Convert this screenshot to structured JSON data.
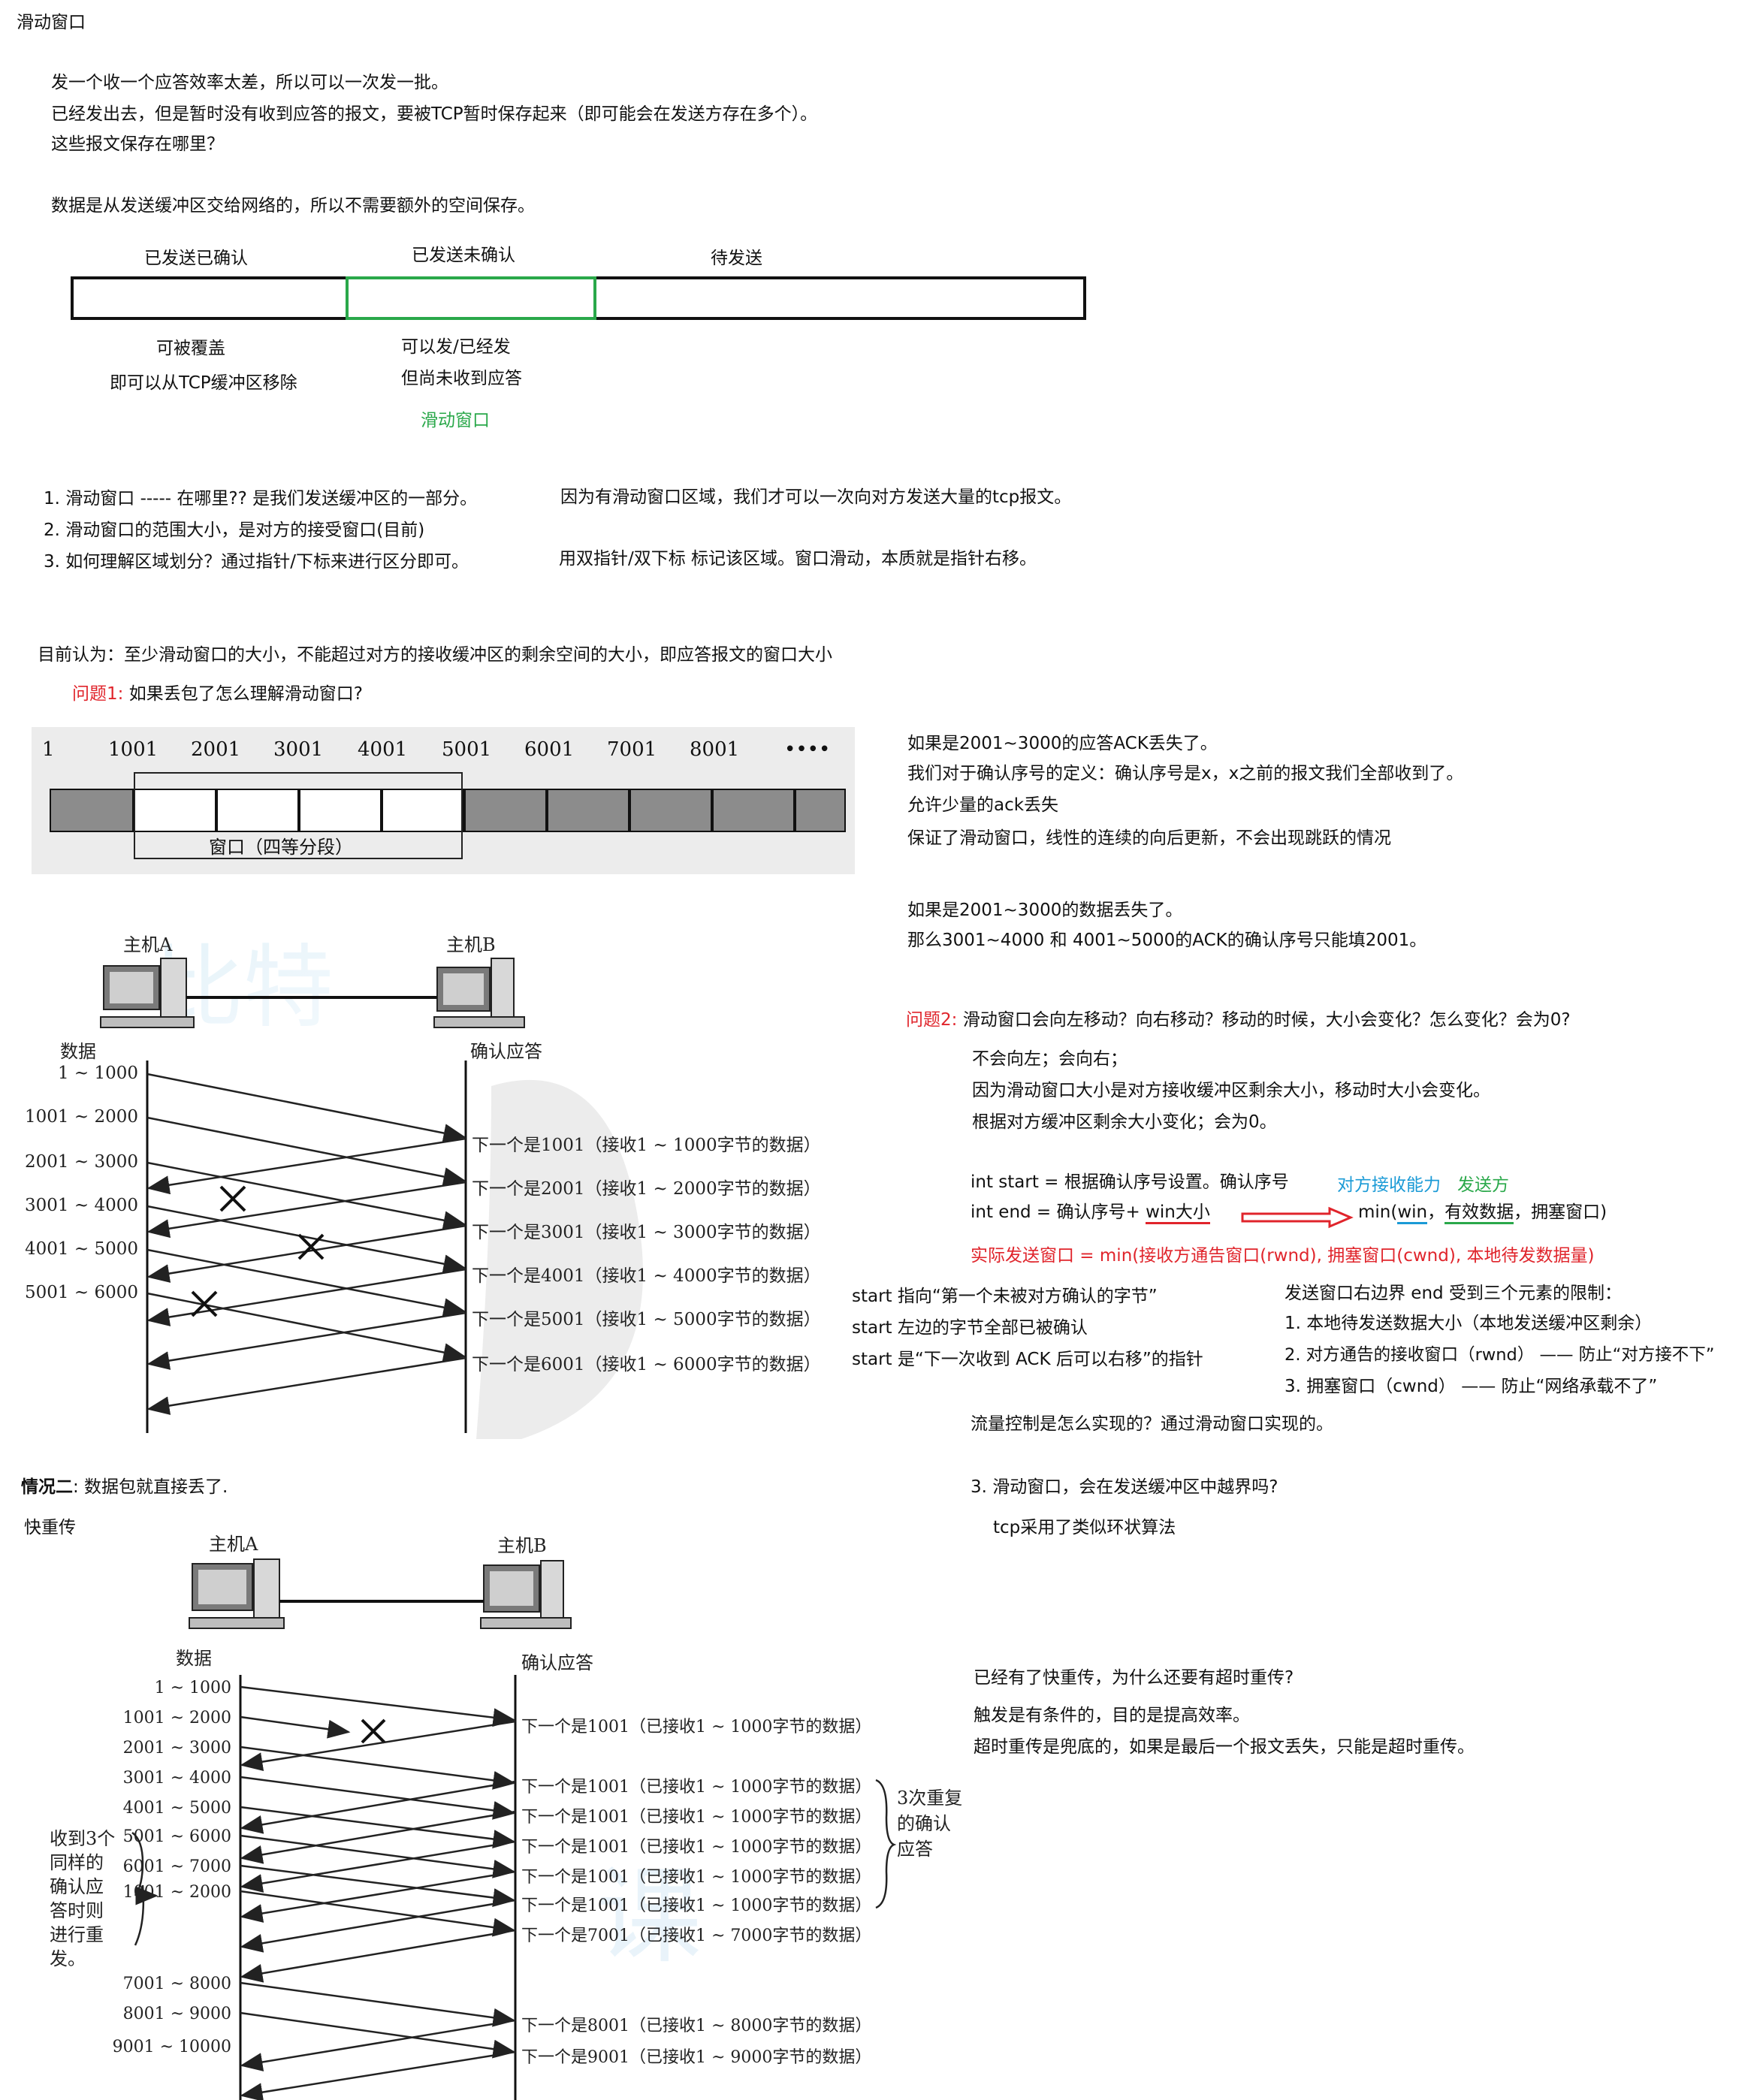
{
  "title": "滑动窗口",
  "intro": {
    "l1": "发一个收一个应答效率太差，所以可以一次发一批。",
    "l2": "已经发出去，但是暂时没有收到应答的报文，要被TCP暂时保存起来（即可能会在发送方存在多个）。",
    "l3": "这些报文保存在哪里？",
    "l4": "数据是从发送缓冲区交给网络的，所以不需要额外的空间保存。"
  },
  "buffer_diagram": {
    "label_sent_acked": "已发送已确认",
    "label_sent_unacked": "已发送未确认",
    "label_pending": "待发送",
    "note1a": "可被覆盖",
    "note1b": "即可以从TCP缓冲区移除",
    "note2a": "可以发/已经发",
    "note2b": "但尚未收到应答",
    "note3": "滑动窗口"
  },
  "points": {
    "p1": "1. 滑动窗口 ----- 在哪里?? 是我们发送缓冲区的一部分。",
    "p1b": "因为有滑动窗口区域，我们才可以一次向对方发送大量的tcp报文。",
    "p2": "2. 滑动窗口的范围大小，是对方的接受窗口(目前)",
    "p3": "3. 如何理解区域划分？通过指针/下标来进行区分即可。",
    "p3b": "用双指针/双下标 标记该区域。窗口滑动，本质就是指针右移。"
  },
  "current": "目前认为：至少滑动窗口的大小，不能超过对方的接收缓冲区的剩余空间的大小，即应答报文的窗口大小",
  "q1": {
    "label": "问题1:",
    "text": "如果丢包了怎么理解滑动窗口?"
  },
  "window_figure": {
    "ticks": [
      "1",
      "1001",
      "2001",
      "3001",
      "4001",
      "5001",
      "6001",
      "7001",
      "8001",
      "••••"
    ],
    "caption": "窗口（四等分段）"
  },
  "right1": {
    "l1": "如果是2001~3000的应答ACK丢失了。",
    "l2": "我们对于确认序号的定义：确认序号是x，x之前的报文我们全部收到了。",
    "l3": "允许少量的ack丢失",
    "l4": "保证了滑动窗口，线性的连续的向后更新，不会出现跳跃的情况",
    "l5": "如果是2001~3000的数据丢失了。",
    "l6": "那么3001~4000 和 4001~5000的ACK的确认序号只能填2001。"
  },
  "q2": {
    "label": "问题2:",
    "text": "滑动窗口会向左移动？向右移动？移动的时候，大小会变化？怎么变化？会为0?",
    "a1": "不会向左；会向右；",
    "a2": "因为滑动窗口大小是对方接收缓冲区剩余大小，移动时大小会变化。",
    "a3": "根据对方缓冲区剩余大小变化；会为0。"
  },
  "code": {
    "start": "int start = 根据确认序号设置。确认序号",
    "end_prefix": "int end = 确认序号+ ",
    "win": "win大小",
    "min_prefix": "min(",
    "min_win": "win",
    "min_sep": "，",
    "min_data": "有效数据",
    "min_suffix": "，拥塞窗口)",
    "label_recv": "对方接收能力",
    "label_sender": "发送方",
    "actual": "实际发送窗口 = min(接收方通告窗口(rwnd), 拥塞窗口(cwnd), 本地待发数据量)"
  },
  "start_notes": {
    "s1": "start 指向“第一个未被对方确认的字节”",
    "s2": "start 左边的字节全部已被确认",
    "s3": "start 是“下一次收到 ACK 后可以右移”的指针"
  },
  "limits": {
    "title": "发送窗口右边界 end 受到三个元素的限制：",
    "l1": "1. 本地待发送数据大小（本地发送缓冲区剩余）",
    "l2": "2. 对方通告的接收窗口（rwnd） —— 防止“对方接不下”",
    "l3": "3. 拥塞窗口（cwnd） —— 防止“网络承载不了”"
  },
  "flow": "流量控制是怎么实现的？通过滑动窗口实现的。",
  "q3": {
    "text": "3. 滑动窗口，会在发送缓冲区中越界吗?",
    "answer": "tcp采用了类似环状算法"
  },
  "case2": {
    "label": "情况二",
    "text": ": 数据包就直接丢了."
  },
  "fast": "快重传",
  "timeout": {
    "q": "已经有了快重传，为什么还要有超时重传?",
    "a1": "触发是有条件的，目的是提高效率。",
    "a2": "超时重传是兜底的，如果是最后一个报文丢失，只能是超时重传。"
  },
  "fig1": {
    "hostA": "主机A",
    "hostB": "主机B",
    "data": "数据",
    "ack": "确认应答",
    "data_labels": [
      "1 ~ 1000",
      "1001 ~ 2000",
      "2001 ~ 3000",
      "3001 ~ 4000",
      "4001 ~ 5000",
      "5001 ~ 6000"
    ],
    "ack_labels": [
      "下一个是1001（接收1 ~ 1000字节的数据）",
      "下一个是2001（接收1 ~ 2000字节的数据）",
      "下一个是3001（接收1 ~ 3000字节的数据）",
      "下一个是4001（接收1 ~ 4000字节的数据）",
      "下一个是5001（接收1 ~ 5000字节的数据）",
      "下一个是6001（接收1 ~ 6000字节的数据）"
    ]
  },
  "fig2": {
    "hostA": "主机A",
    "hostB": "主机B",
    "data": "数据",
    "ack": "确认应答",
    "data_labels": [
      "1 ~ 1000",
      "1001 ~ 2000",
      "2001 ~ 3000",
      "3001 ~ 4000",
      "4001 ~ 5000",
      "5001 ~ 6000",
      "6001 ~ 7000",
      "1001 ~ 2000",
      "7001 ~ 8000",
      "8001 ~ 9000",
      "9001 ~ 10000"
    ],
    "ack_labels": [
      "下一个是1001（已接收1 ~ 1000字节的数据）",
      "下一个是1001（已接收1 ~ 1000字节的数据）",
      "下一个是1001（已接收1 ~ 1000字节的数据）",
      "下一个是1001（已接收1 ~ 1000字节的数据）",
      "下一个是1001（已接收1 ~ 1000字节的数据）",
      "下一个是1001（已接收1 ~ 1000字节的数据）",
      "下一个是7001（已接收1 ~ 7000字节的数据）",
      "下一个是8001（已接收1 ~ 8000字节的数据）",
      "下一个是9001（已接收1 ~ 9000字节的数据）"
    ],
    "dup_note": [
      "3次重复",
      "的确认",
      "应答"
    ],
    "left_note": [
      "收到3个",
      "同样的",
      "确认应",
      "答时则",
      "进行重",
      "发。"
    ]
  }
}
